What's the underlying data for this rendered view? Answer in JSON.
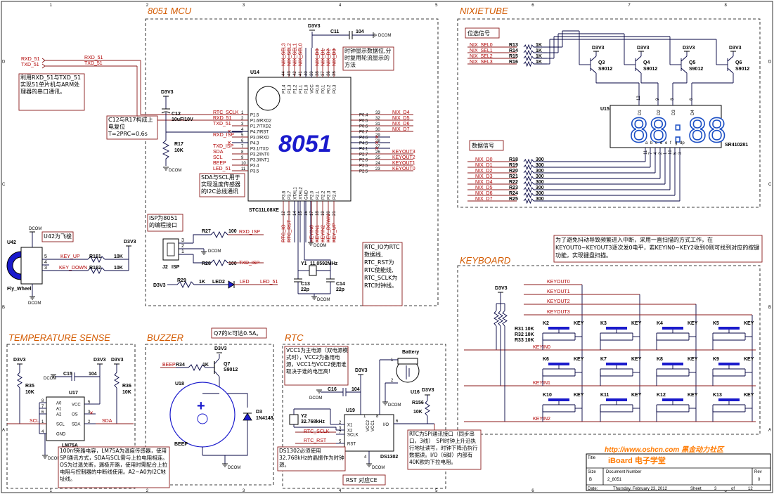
{
  "sections": {
    "mcu": "8051 MCU",
    "nixie": "NIXIETUBE",
    "keyboard": "KEYBOARD",
    "temp": "TEMPERATURE SENSE",
    "buzzer": "BUZZER",
    "rtc": "RTC"
  },
  "mcu": {
    "ref": "U14",
    "logo": "8051",
    "part": "STC11L08XE",
    "left_pins": [
      {
        "net": "RTC_SCLK",
        "num": "1",
        "name": "P1.5"
      },
      {
        "net": "RXD_51",
        "num": "2",
        "name": "P1.6/RXD2"
      },
      {
        "net": "TXD_51",
        "num": "3",
        "name": "P1.7/TXD2"
      },
      {
        "net": "",
        "num": "4",
        "name": "P4.7/RST"
      },
      {
        "net": "RXD_ISP",
        "num": "5",
        "name": "P3.0/RXD"
      },
      {
        "net": "",
        "num": "6",
        "name": "P4.3"
      },
      {
        "net": "TXD_ISP",
        "num": "7",
        "name": "P3.1/TXD"
      },
      {
        "net": "SDA",
        "num": "8",
        "name": "P3.2/INT0"
      },
      {
        "net": "SCL",
        "num": "9",
        "name": "P3.3/INT1"
      },
      {
        "net": "BEEP",
        "num": "10",
        "name": "P3.4"
      },
      {
        "net": "LED_51",
        "num": "11",
        "name": "P3.5"
      }
    ],
    "right_pins": [
      {
        "net": "NIX_D4",
        "num": "33",
        "name": "P0.4"
      },
      {
        "net": "NIX_D5",
        "num": "32",
        "name": "P0.5"
      },
      {
        "net": "NIX_D6",
        "num": "31",
        "name": "P0.6"
      },
      {
        "net": "NIX_D7",
        "num": "30",
        "name": "P0.7"
      },
      {
        "net": "",
        "num": "29",
        "name": "P4.6"
      },
      {
        "net": "",
        "num": "28",
        "name": "P4.5"
      },
      {
        "net": "",
        "num": "27",
        "name": "P4.1"
      },
      {
        "net": "KEYOUT3",
        "num": "26",
        "name": "P2.7"
      },
      {
        "net": "KEYOUT2",
        "num": "25",
        "name": "P2.6"
      },
      {
        "net": "KEYOUT1",
        "num": "24",
        "name": "P2.5"
      },
      {
        "net": "KEYOUT0",
        "num": "23",
        "name": "P2.5"
      }
    ],
    "top_pins": [
      "P1.4",
      "P1.3",
      "P1.2",
      "P1.1",
      "P1.0",
      "VCC",
      "P0.0",
      "P0.1",
      "P0.2",
      "P0.3"
    ],
    "top_nums": [
      "44",
      "43",
      "42",
      "41",
      "40",
      "39",
      "38",
      "37",
      "36",
      "35"
    ],
    "top_nets": [
      "NIX_SEL3",
      "NIX_SEL2",
      "NIX_SEL1",
      "NIX_SEL0",
      "",
      "",
      "NIX_D0",
      "NIX_D1",
      "NIX_D2",
      "NIX_D3"
    ],
    "bottom_pins": [
      "P3.6",
      "P3.7",
      "XTAL1",
      "XTAL2",
      "GND",
      "P2.0",
      "P2.1",
      "P2.2",
      "P2.3",
      "P2.4"
    ],
    "bottom_nums": [
      "12",
      "13",
      "14",
      "15",
      "16",
      "17",
      "18",
      "19",
      "20",
      "21"
    ],
    "bottom_nets": [
      "RTC_IO",
      "RTC_RST",
      "",
      "",
      "",
      "KEYIN0",
      "KEYIN1",
      "KEYIN2",
      "KEY_DOWN",
      "KEY_UP"
    ],
    "uart_rx": "RXD_51",
    "uart_tx": "TXD_51",
    "c11": "C11",
    "c11_val": "104",
    "c12": "C12",
    "c12_val": "10uF/10V",
    "r17": "R17",
    "r17_val": "10K",
    "r27": "R27",
    "r27_val": "100",
    "r28": "R28",
    "r28_val": "100",
    "r29": "R29",
    "r29_val": "1K",
    "led2": "LED2",
    "led_net": "LED_51",
    "j2": "J2",
    "j2_name": "ISP",
    "y1": "Y1",
    "y1_val": "11.0592MHz",
    "c13": "C13",
    "c13_val": "22p",
    "c14": "C14",
    "c14_val": "22p",
    "u42": "U42",
    "u42_name": "Fly_Wheel",
    "r151": "R151",
    "r151_val": "10K",
    "r152": "R152",
    "r152_val": "10K",
    "key_up": "KEY_UP",
    "key_down": "KEY_DOWN",
    "rxd_isp": "RXD_ISP",
    "txd_isp": "TXD_ISP"
  },
  "power": {
    "vcc": "D3V3",
    "gnd": "DCOM"
  },
  "notes": {
    "uart": "利用RXD_51与TXD_51实现51单片机与ARM处理器的串口通讯。",
    "reset": "C12与R17构成上电复位 T=2PRC=0.6s",
    "i2c": "SDA与SCL用于实现温度传感器的I2C总线通讯",
    "isp": "ISP为8051的编程接口",
    "u42": "U42为飞梭",
    "clock": "时钟显示数据位,分时复用轮流显示的方法",
    "rtc_sig": "RTC_IO为RTC数据线, RTC_RST为RTC使能线, RTC_SCLK为RTC时钟线。",
    "scan": "为了避免抖动导致频繁进入中断，采用一直扫描的方式工作，在KEYOUT0~KEYOUT3逐次发0电平，若KEYIN0~KEY2收到0则可找到对应的按键功能，实现键盘扫描。",
    "sel": "位选信号",
    "data": "数据信号",
    "q7": "Q7的Ic可达0.5A。",
    "vcc": "VCC1为主电源（双电源模式时），VCC2为备用电源，VCC1与VCC2使用谁取决于谁的电压高!",
    "lm75": "100nf旁路电容，LM75A为温度传感器，使用SPI通讯方式，SDA与SCL需与上拉电阻相连。OS为过温关断，漏极开路，使用时需配合上拉电阻与控制器的中断线使用。A2~A0为I2C地址线。",
    "xtal": "DS1302必须使用32.768kHz的晶振作为时钟源。",
    "rtc_if": "RTC为SPI通讯接口（同步串口，3线）　SPI时钟上升沿执行地址读写，时钟下降沿执行数据读。I/O（6脚）内部有40K欧的下拉电阻。",
    "rst": "RST  对应CE"
  },
  "nixie": {
    "sel": [
      "NIX_SEL0",
      "NIX_SEL1",
      "NIX_SEL2",
      "NIX_SEL3"
    ],
    "sel_r": [
      "R13",
      "R14",
      "R15",
      "R16"
    ],
    "r_1k": "1K",
    "q": [
      "Q3",
      "Q4",
      "Q5",
      "Q6"
    ],
    "q_part": "S9012",
    "u": "U15",
    "part": "SR410281",
    "digits": "88:88",
    "data": [
      "NIX_D0",
      "NIX_D1",
      "NIX_D2",
      "NIX_D3",
      "NIX_D4",
      "NIX_D5",
      "NIX_D6",
      "NIX_D7"
    ],
    "data_r": [
      "R18",
      "R19",
      "R20",
      "R21",
      "R22",
      "R23",
      "R24",
      "R25"
    ],
    "r_300": "300",
    "dig_labels": [
      "D1",
      "D2",
      "D3",
      "D4"
    ],
    "dig_pins": [
      "12",
      "9",
      "8",
      "6"
    ],
    "seg_pins": [
      "11",
      "7",
      "4",
      "2",
      "1",
      "10",
      "5",
      "3"
    ],
    "seg_labels": [
      "a",
      "b",
      "c",
      "d",
      "e",
      "f",
      "g",
      "dp"
    ]
  },
  "keyboard": {
    "outs": [
      "KEYOUT0",
      "KEYOUT1",
      "KEYOUT2",
      "KEYOUT3"
    ],
    "ins": [
      "KEYIN0",
      "KEYIN1",
      "KEYIN2"
    ],
    "res": [
      "R31 10K",
      "R32 10K",
      "R33 10K"
    ],
    "keys": [
      "K2",
      "K3",
      "K4",
      "K5",
      "K6",
      "K7",
      "K8",
      "K9",
      "K10",
      "K11",
      "K12",
      "K13"
    ],
    "key_label": "KEY"
  },
  "temp": {
    "u": "U17",
    "part": "LM75A",
    "pins_left": [
      {
        "n": "8",
        "p": "A0"
      },
      {
        "n": "7",
        "p": "A1"
      },
      {
        "n": "6",
        "p": "A2"
      },
      {
        "n": "1",
        "p": "SCL"
      },
      {
        "n": "4",
        "p": "GND"
      }
    ],
    "pins_right": [
      {
        "n": "5",
        "p": "VCC"
      },
      {
        "n": "3",
        "p": "OS"
      },
      {
        "n": "2",
        "p": "SDA"
      }
    ],
    "r35": "R35",
    "r35_val": "10K",
    "r36": "R36",
    "r36_val": "10K",
    "c15": "C15",
    "c15_val": "104",
    "scl": "SCL",
    "sda": "SDA"
  },
  "buzzer": {
    "r34": "R34",
    "r34_val": "1K",
    "q7": "Q7",
    "q7_part": "S9012",
    "u18": "U18",
    "beep": "BEEP",
    "d3": "D3",
    "d3_part": "1N4148",
    "plus": "+"
  },
  "rtc": {
    "c16": "C16",
    "c16_val": "104",
    "y2": "Y2",
    "y2_val": "32.768kHz",
    "u19": "U19",
    "part": "DS1302",
    "pins": [
      {
        "n": "2",
        "p": "X1"
      },
      {
        "n": "3",
        "p": "X2"
      },
      {
        "n": "7",
        "p": "SCLK"
      },
      {
        "n": "5",
        "p": "RST"
      }
    ],
    "io": "I/O",
    "io_num": "6",
    "vcc2": "VCC2",
    "vcc1": "VCC1",
    "u16": "U16",
    "battery": "Battery",
    "r156": "R156",
    "r156_val": "10K",
    "rtc_sclk": "RTC_SCLK",
    "rtc_rst": "RTC_RST",
    "rtc_io": "RTC_IO",
    "gnd_num": "4",
    "vcc2_num": "1",
    "vcc1_num": "8"
  },
  "title_block": {
    "url": "http://www.oshcn.com 黑金动力社区",
    "title_lbl": "Title",
    "title": "iBoard 电子学堂",
    "size_lbl": "Size",
    "size": "B",
    "docnum_lbl": "Document Number",
    "docnum": "2_8051",
    "rev_lbl": "Rev",
    "rev": "0",
    "date_lbl": "Date:",
    "date": "Thursday, February 23, 2012",
    "sheet_lbl": "Sheet",
    "sheet": "3",
    "of_lbl": "of",
    "total": "12"
  },
  "border": {
    "cols": [
      "1",
      "2",
      "3",
      "4",
      "5",
      "6",
      "7",
      "8"
    ],
    "rows": [
      "A",
      "B",
      "C",
      "D"
    ]
  }
}
